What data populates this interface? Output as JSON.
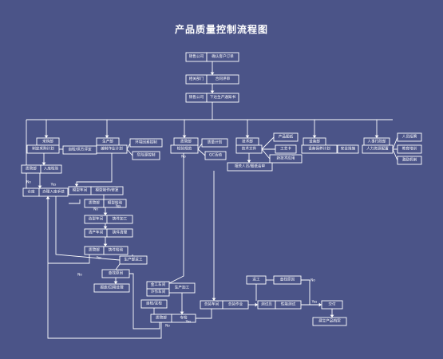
{
  "title": "产品质量控制流程图",
  "nodes": [
    {
      "id": "n_order_sales",
      "label": "销售公司"
    },
    {
      "id": "n_order_confirm",
      "label": "确认客户订单"
    },
    {
      "id": "n_review_dept",
      "label": "相关部门"
    },
    {
      "id": "n_review",
      "label": "合同评审"
    },
    {
      "id": "n_notice_sales",
      "label": "销售公司"
    },
    {
      "id": "n_notice",
      "label": "下达生产通知书"
    },
    {
      "id": "n_purchase_dept",
      "label": "采购部"
    },
    {
      "id": "n_purchase_plan",
      "label": "制定采购计划"
    },
    {
      "id": "n_qc_purchase",
      "label": "质管部"
    },
    {
      "id": "n_incoming_check",
      "label": "入库检验"
    },
    {
      "id": "n_warehouse",
      "label": "仓库"
    },
    {
      "id": "n_store_in",
      "label": "办理入库手续"
    },
    {
      "id": "n_auto_eval",
      "label": "自检/供方评定"
    },
    {
      "id": "n_prod_dept",
      "label": "生产部"
    },
    {
      "id": "n_prod_plan",
      "label": "编制作业计划"
    },
    {
      "id": "n_env_control",
      "label": "环境因素控制"
    },
    {
      "id": "n_hazard",
      "label": "危险源控制"
    },
    {
      "id": "n_qc_main",
      "label": "质管部"
    },
    {
      "id": "n_inspect_std",
      "label": "检验规范"
    },
    {
      "id": "n_quality_plan",
      "label": "质量计划"
    },
    {
      "id": "n_qc_chart",
      "label": "QC活动"
    },
    {
      "id": "n_tech_dept",
      "label": "技术部"
    },
    {
      "id": "n_tech_doc",
      "label": "技术文件"
    },
    {
      "id": "n_product_drawing",
      "label": "产品图纸"
    },
    {
      "id": "n_process_card",
      "label": "工艺卡"
    },
    {
      "id": "n_new_tech",
      "label": "新技术应用"
    },
    {
      "id": "n_tech_review",
      "label": "相关人员/图纸会审"
    },
    {
      "id": "n_equip_dept",
      "label": "设备部"
    },
    {
      "id": "n_equip_plan",
      "label": "设备保养计划"
    },
    {
      "id": "n_safety",
      "label": "安全措施"
    },
    {
      "id": "n_hr_dept",
      "label": "人事行政部"
    },
    {
      "id": "n_hr_config",
      "label": "人力资源配置"
    },
    {
      "id": "n_staff_recruit",
      "label": "人员招聘"
    },
    {
      "id": "n_training",
      "label": "教育培训"
    },
    {
      "id": "n_incentive",
      "label": "激励机制"
    },
    {
      "id": "n_mold_shop",
      "label": "模型车间"
    },
    {
      "id": "n_mold_make",
      "label": "模型制作/修复"
    },
    {
      "id": "n_qc_mold",
      "label": "质管部"
    },
    {
      "id": "n_mold_check",
      "label": "模型检验"
    },
    {
      "id": "n_shaping_shop",
      "label": "造型车间"
    },
    {
      "id": "n_casting",
      "label": "铸件加工"
    },
    {
      "id": "n_clean_shop",
      "label": "清产车间"
    },
    {
      "id": "n_cleaning",
      "label": "铸件清理"
    },
    {
      "id": "n_qc_cast",
      "label": "质管部"
    },
    {
      "id": "n_cast_check",
      "label": "铸件检验"
    },
    {
      "id": "n_prod_reprocess",
      "label": "生产部返工"
    },
    {
      "id": "n_check_cause",
      "label": "查找原因"
    },
    {
      "id": "n_scrap",
      "label": "报废/回用处理"
    },
    {
      "id": "n_machining_shop",
      "label": "金工车间"
    },
    {
      "id": "n_hardware_shop",
      "label": "冷作车间"
    },
    {
      "id": "n_prod_machining",
      "label": "生产加工"
    },
    {
      "id": "n_self_check",
      "label": "自检/互检"
    },
    {
      "id": "n_qc_final",
      "label": "质管部"
    },
    {
      "id": "n_special_check",
      "label": "专检"
    },
    {
      "id": "n_assembly_shop",
      "label": "总装车间"
    },
    {
      "id": "n_assembly",
      "label": "总装作业"
    },
    {
      "id": "n_trial",
      "label": "测试员"
    },
    {
      "id": "n_perf_test",
      "label": "性能测试"
    },
    {
      "id": "n_rework",
      "label": "返工"
    },
    {
      "id": "n_find_cause2",
      "label": "查找原因"
    },
    {
      "id": "n_deliver",
      "label": "交付"
    },
    {
      "id": "n_archive",
      "label": "建立产品档案"
    }
  ],
  "decision_labels": {
    "yes": "Yes",
    "no": "No"
  }
}
